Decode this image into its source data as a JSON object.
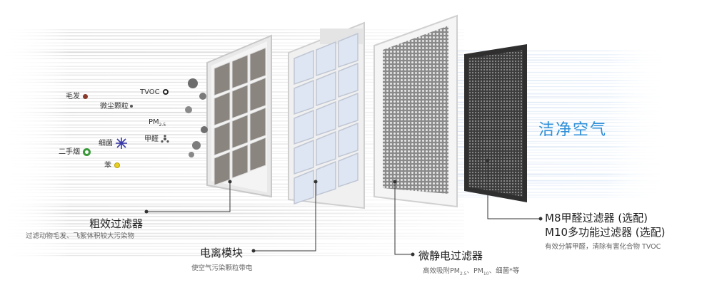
{
  "headline": "洁净空气",
  "pollutants": {
    "hair": "毛发",
    "dust": "微尘颗粒",
    "tvoc": "TVOC",
    "pm25": "PM",
    "pm25_sub": "2.5",
    "formaldehyde": "甲醛",
    "bacteria": "细菌",
    "smoke": "二手烟",
    "benzene": "苯"
  },
  "filters": [
    {
      "title": "粗效过滤器",
      "desc": "过滤动物毛发、飞絮体积较大污染物"
    },
    {
      "title": "电离模块",
      "desc": "使空气污染颗粒带电"
    },
    {
      "title": "微静电过滤器",
      "desc_main": "高效吸附PM",
      "desc_sub1": "2.5",
      "desc_mid": "、PM",
      "desc_sub2": "10",
      "desc_end": "、细菌*等"
    },
    {
      "title_line1": "M8甲醛过滤器 (选配)",
      "title_line2": "M10多功能过滤器 (选配)",
      "desc": "有效分解甲醛，清除有害化合物 TVOC"
    }
  ],
  "colors": {
    "accent_blue": "#2e8fd8",
    "hair_dot": "#8a3a2a",
    "dust_dot": "#555555",
    "bacteria": "#3a3aa8",
    "smoke_ring": "#3a9a3a",
    "benzene_dot": "#e8d020",
    "charged_red": "#d02828"
  }
}
